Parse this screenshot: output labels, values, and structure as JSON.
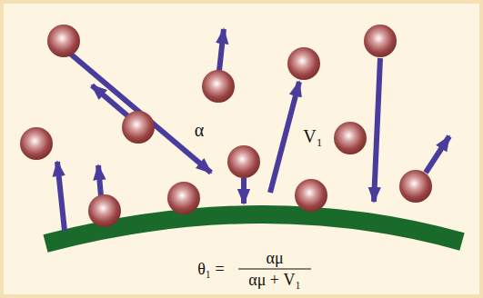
{
  "diagram": {
    "labels": [
      "α",
      "V₁",
      "θ₁ =",
      "αμ",
      "αμ + V₁"
    ]
  }
}
